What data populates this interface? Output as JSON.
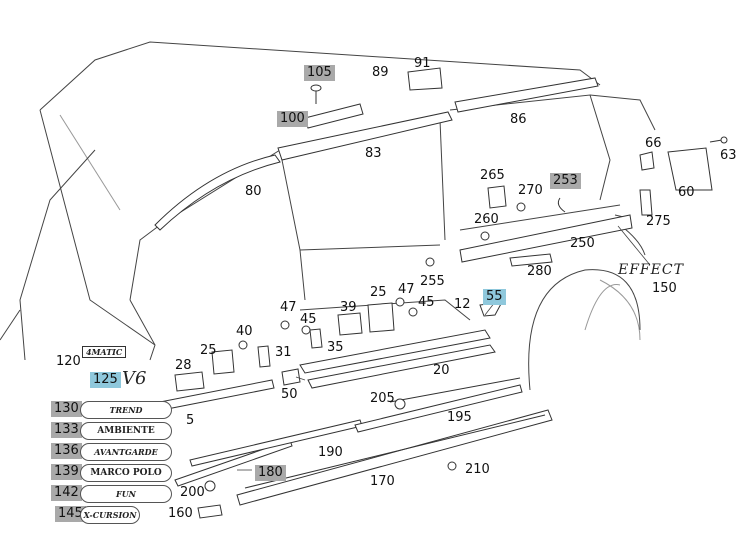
{
  "parts": {
    "p5": "5",
    "p12": "12",
    "p20": "20",
    "p25a": "25",
    "p25b": "25",
    "p28": "28",
    "p31": "31",
    "p35": "35",
    "p39": "39",
    "p40": "40",
    "p45a": "45",
    "p45b": "45",
    "p47a": "47",
    "p47b": "47",
    "p50": "50",
    "p55": "55",
    "p60": "60",
    "p63": "63",
    "p66": "66",
    "p80": "80",
    "p83": "83",
    "p86": "86",
    "p89": "89",
    "p91": "91",
    "p100": "100",
    "p105": "105",
    "p120": "120",
    "p125": "125",
    "p130": "130",
    "p133": "133",
    "p136": "136",
    "p139": "139",
    "p142": "142",
    "p145": "145",
    "p150": "150",
    "p160": "160",
    "p170": "170",
    "p180": "180",
    "p190": "190",
    "p195": "195",
    "p200": "200",
    "p205": "205",
    "p210": "210",
    "p250": "250",
    "p253": "253",
    "p255": "255",
    "p260": "260",
    "p265": "265",
    "p270": "270",
    "p275": "275",
    "p280": "280"
  },
  "emblems": {
    "b130": "TREND",
    "b133": "AMBIENTE",
    "b136": "AVANTGARDE",
    "b139": "MARCO POLO",
    "b142": "FUN",
    "b145": "X-CURSION",
    "v6": "V6",
    "effect": "EFFECT",
    "e120": "4MATIC"
  },
  "colors": {
    "highlight_gray": "#a9a9a9",
    "highlight_blue": "#8fc8dc",
    "line": "#333333"
  }
}
